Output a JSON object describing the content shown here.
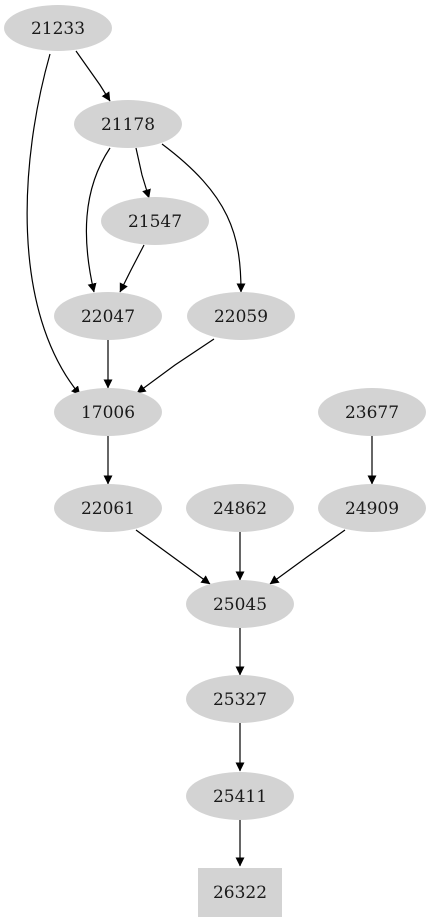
{
  "graph": {
    "nodes": [
      {
        "id": "n21233",
        "label": "21233",
        "shape": "ellipse"
      },
      {
        "id": "n21178",
        "label": "21178",
        "shape": "ellipse"
      },
      {
        "id": "n21547",
        "label": "21547",
        "shape": "ellipse"
      },
      {
        "id": "n22047",
        "label": "22047",
        "shape": "ellipse"
      },
      {
        "id": "n22059",
        "label": "22059",
        "shape": "ellipse"
      },
      {
        "id": "n17006",
        "label": "17006",
        "shape": "ellipse"
      },
      {
        "id": "n23677",
        "label": "23677",
        "shape": "ellipse"
      },
      {
        "id": "n22061",
        "label": "22061",
        "shape": "ellipse"
      },
      {
        "id": "n24862",
        "label": "24862",
        "shape": "ellipse"
      },
      {
        "id": "n24909",
        "label": "24909",
        "shape": "ellipse"
      },
      {
        "id": "n25045",
        "label": "25045",
        "shape": "ellipse"
      },
      {
        "id": "n25327",
        "label": "25327",
        "shape": "ellipse"
      },
      {
        "id": "n25411",
        "label": "25411",
        "shape": "ellipse"
      },
      {
        "id": "n26322",
        "label": "26322",
        "shape": "box"
      }
    ],
    "edges": [
      {
        "from": "21233",
        "to": "21178"
      },
      {
        "from": "21233",
        "to": "17006"
      },
      {
        "from": "21178",
        "to": "21547"
      },
      {
        "from": "21178",
        "to": "22047"
      },
      {
        "from": "21178",
        "to": "22059"
      },
      {
        "from": "21547",
        "to": "22047"
      },
      {
        "from": "22047",
        "to": "17006"
      },
      {
        "from": "22059",
        "to": "17006"
      },
      {
        "from": "17006",
        "to": "22061"
      },
      {
        "from": "23677",
        "to": "24909"
      },
      {
        "from": "22061",
        "to": "25045"
      },
      {
        "from": "24862",
        "to": "25045"
      },
      {
        "from": "24909",
        "to": "25045"
      },
      {
        "from": "25045",
        "to": "25327"
      },
      {
        "from": "25327",
        "to": "25411"
      },
      {
        "from": "25411",
        "to": "26322"
      }
    ],
    "colors": {
      "node_fill": "#d3d3d3",
      "edge": "#000000",
      "label": "#1a1a1a"
    }
  }
}
